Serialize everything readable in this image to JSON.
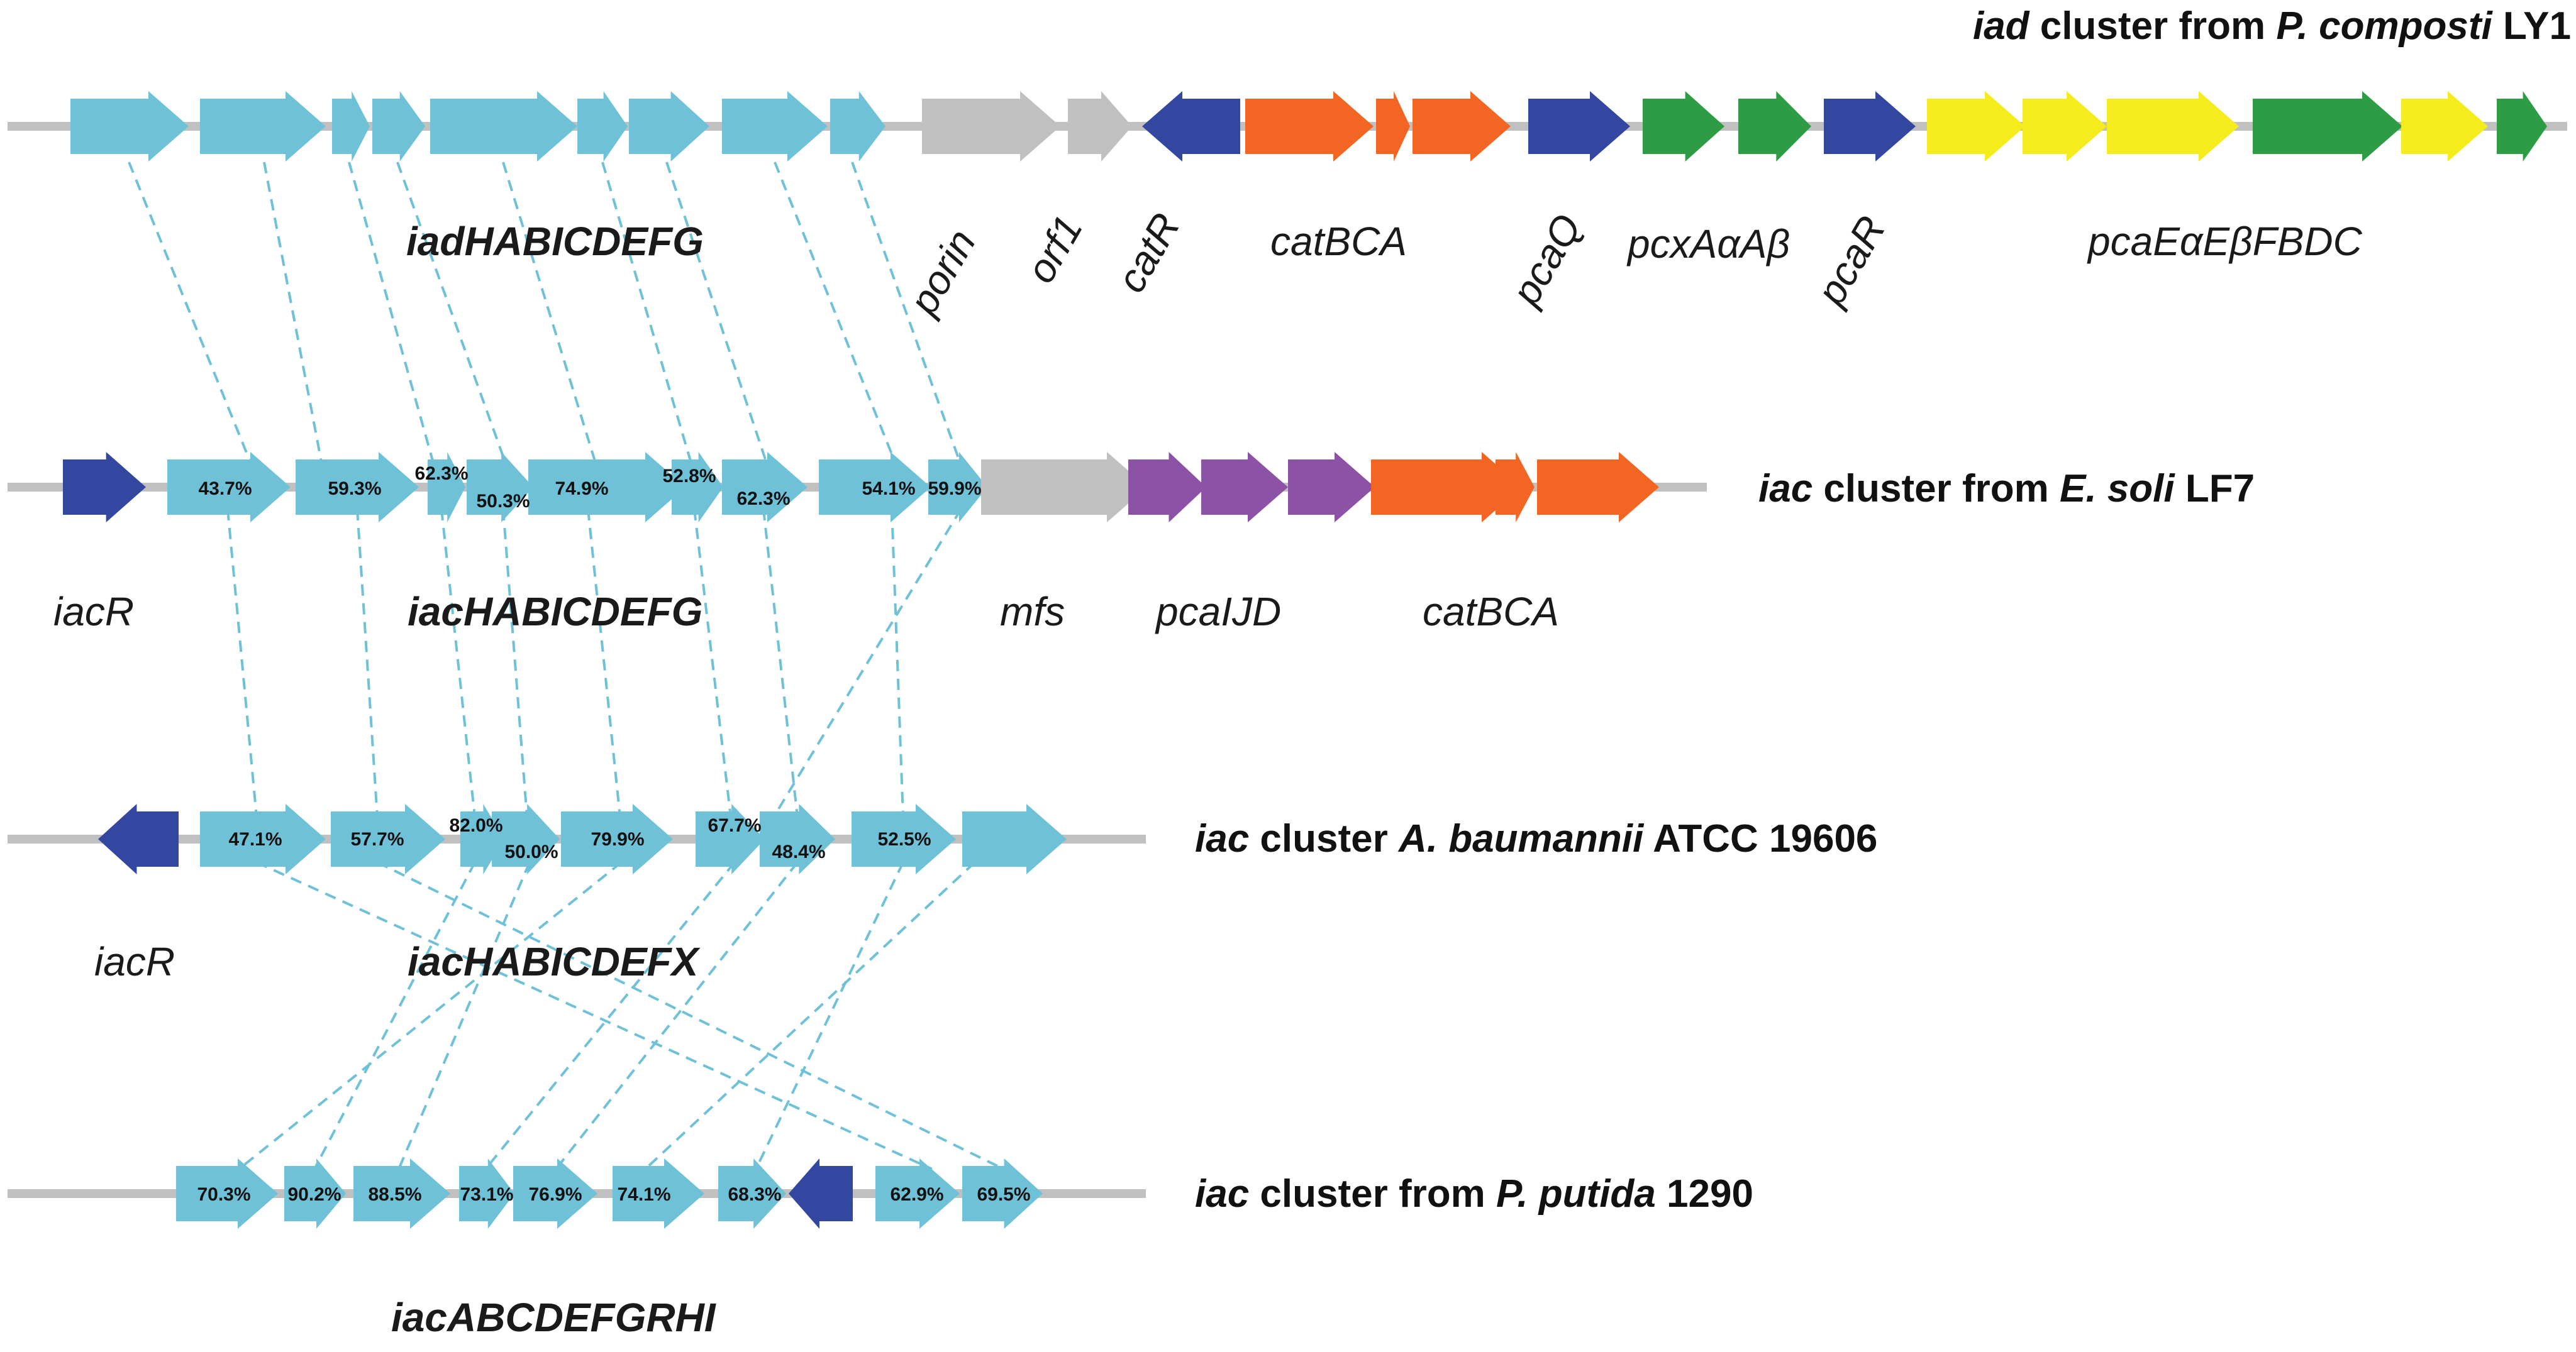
{
  "colors": {
    "backbone": "#c0c0c0",
    "light_blue": "#6ec1d6",
    "dark_blue": "#3347a0",
    "gray": "#c0c0c0",
    "orange": "#f26522",
    "green": "#2e9b45",
    "yellow": "#f5ec1e",
    "purple": "#8c52a5",
    "connector": "#6ec1d6"
  },
  "clusters": [
    {
      "id": "c1",
      "title_parts": [
        {
          "text": "iad",
          "italic": true
        },
        {
          "text": " cluster from ",
          "italic": false
        },
        {
          "text": "P. composti",
          "italic": true
        },
        {
          "text": " LY1",
          "italic": false
        }
      ],
      "labels": [
        {
          "text": "iadHABICDEFG",
          "bold": true
        },
        {
          "text": "porin"
        },
        {
          "text": "orf1"
        },
        {
          "text": "catR"
        },
        {
          "text": "catBCA"
        },
        {
          "text": "pcaQ"
        },
        {
          "text": "pcxAαAβ"
        },
        {
          "text": "pcaR"
        },
        {
          "text": "pcaEαEβFBDC"
        }
      ],
      "percents": []
    },
    {
      "id": "c2",
      "title_parts": [
        {
          "text": "iac",
          "italic": true
        },
        {
          "text": " cluster from ",
          "italic": false
        },
        {
          "text": "E. soli",
          "italic": true
        },
        {
          "text": " LF7",
          "italic": false
        }
      ],
      "labels": [
        {
          "text": "iacR"
        },
        {
          "text": "iacHABICDEFG",
          "bold": true
        },
        {
          "text": "mfs"
        },
        {
          "text": "pcaIJD"
        },
        {
          "text": "catBCA"
        }
      ],
      "percents": [
        "43.7%",
        "59.3%",
        "62.3%",
        "50.3%",
        "74.9%",
        "52.8%",
        "62.3%",
        "54.1%",
        "59.9%"
      ]
    },
    {
      "id": "c3",
      "title_parts": [
        {
          "text": "iac",
          "italic": true
        },
        {
          "text": " cluster ",
          "italic": false
        },
        {
          "text": "A. baumannii",
          "italic": true
        },
        {
          "text": " ATCC 19606",
          "italic": false
        }
      ],
      "labels": [
        {
          "text": "iacR"
        },
        {
          "text": "iacHABICDEFX",
          "bold": true
        }
      ],
      "percents": [
        "47.1%",
        "57.7%",
        "82.0%",
        "50.0%",
        "79.9%",
        "67.7%",
        "48.4%",
        "52.5%"
      ]
    },
    {
      "id": "c4",
      "title_parts": [
        {
          "text": "iac",
          "italic": true
        },
        {
          "text": " cluster from ",
          "italic": false
        },
        {
          "text": "P. putida",
          "italic": true
        },
        {
          "text": " 1290",
          "italic": false
        }
      ],
      "labels": [
        {
          "text": "iacABCDEFGRHI",
          "bold": true
        }
      ],
      "percents": [
        "70.3%",
        "90.2%",
        "88.5%",
        "73.1%",
        "76.9%",
        "74.1%",
        "68.3%",
        "62.9%",
        "69.5%"
      ]
    }
  ]
}
